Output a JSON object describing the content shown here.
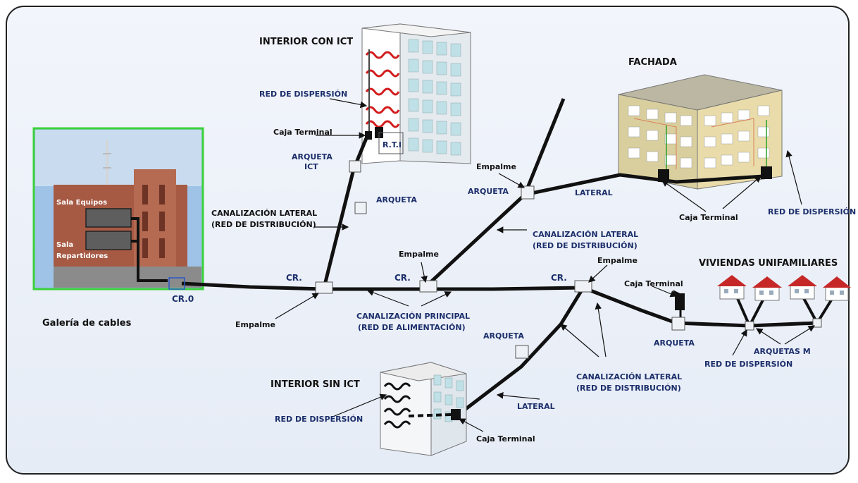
{
  "labels": {
    "interior_con_ict": "INTERIOR CON  ICT",
    "interior_sin_ict": "INTERIOR SIN  ICT",
    "fachada": "FACHADA",
    "viviendas": "VIVIENDAS UNIFAMILIARES",
    "red_dispersion": "RED DE DISPERSIÓN",
    "caja_terminal": "Caja Terminal",
    "rti": "R.T.I",
    "arqueta_ict_1": "ARQUETA",
    "arqueta_ict_2": "ICT",
    "arqueta": "ARQUETA",
    "arquetas_m": "ARQUETAS M",
    "empalme": "Empalme",
    "lateral": "LATERAL",
    "can_lateral": "CANALIZACIÓN LATERAL",
    "red_distribucion": "(RED DE DISTRIBUCIÓN)",
    "can_principal": "CANALIZACIÓN PRINCIPAL",
    "red_alimentacion": "(RED DE ALIMENTACIÓN)",
    "cr": "CR.",
    "cr0": "CR.0",
    "galeria": "Galería de cables",
    "sala_equipos": "Sala Equipos",
    "sala_rep_1": "Sala",
    "sala_rep_2": "Repartidores"
  },
  "colors": {
    "frame_border": "#222222",
    "label_blue": "#1c2f6b",
    "cable": "#111111",
    "photo_border": "#3bd13b",
    "heating_red": "#d21c1c",
    "facade": "#e9dcaa"
  }
}
